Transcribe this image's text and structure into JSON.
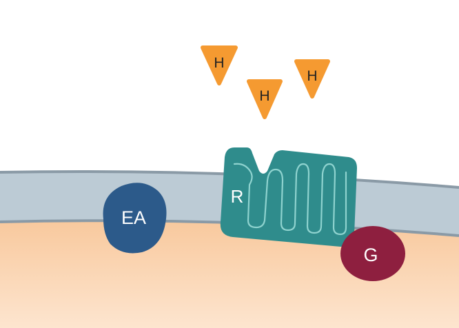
{
  "hormones": [
    {
      "label": "H"
    },
    {
      "label": "H"
    },
    {
      "label": "H"
    }
  ],
  "receptor": {
    "label": "R"
  },
  "effector": {
    "label": "EA"
  },
  "g_protein": {
    "label": "G"
  },
  "colors": {
    "background": "#ffffff",
    "membrane": "#bccbd5",
    "membrane_edge": "#8a9aa6",
    "cytoplasm": "#f9d0ab",
    "cytoplasm_light": "#fde7d2",
    "hormone": "#f59a31",
    "receptor": "#2f8c8c",
    "receptor_loop": "#8fd3cf",
    "effector": "#2c5a8a",
    "g_protein": "#8e1f3f"
  }
}
